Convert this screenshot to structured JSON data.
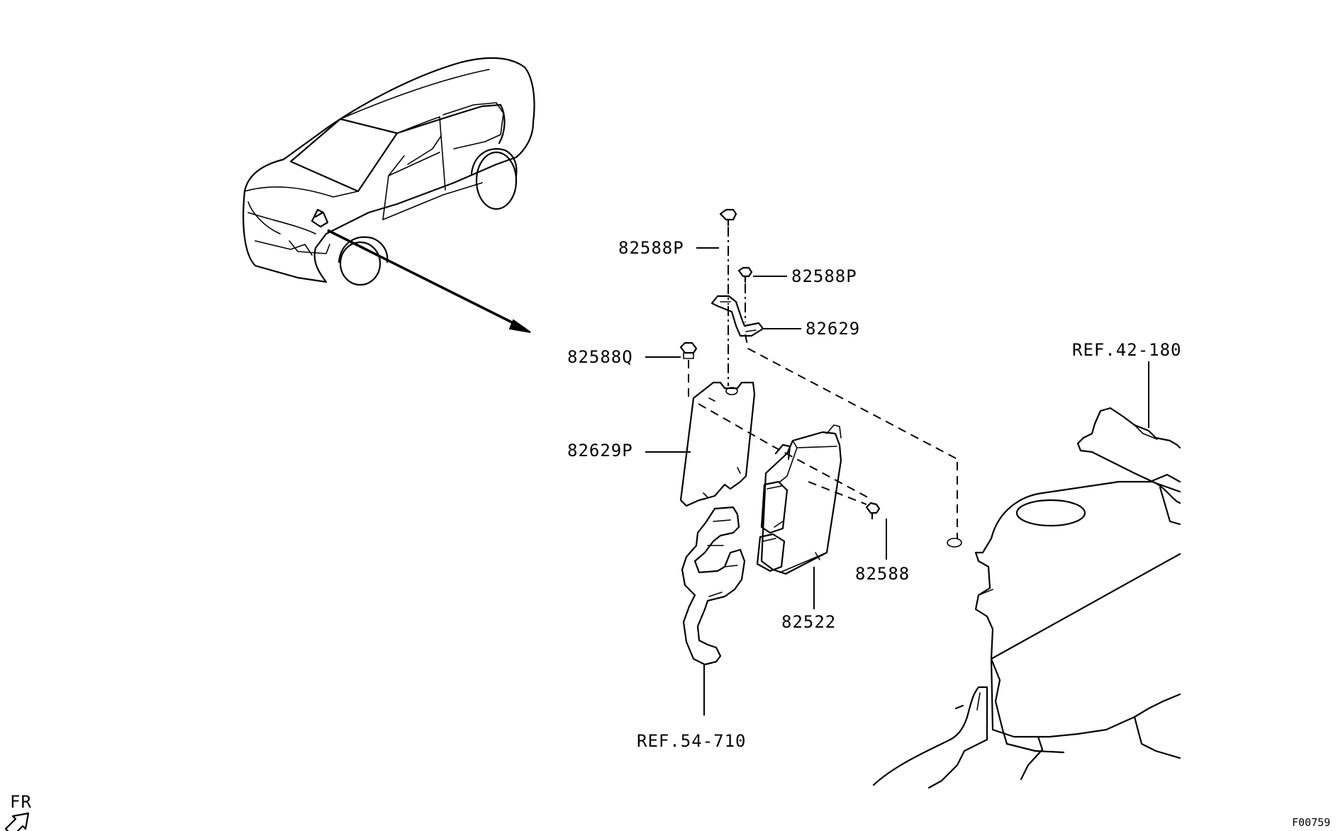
{
  "labels": {
    "bolt_upper_left": "82588P",
    "bolt_upper_right": "82588P",
    "bracket": "82629",
    "bolt_left": "82588Q",
    "bracket_plate": "82629P",
    "bolt_lower": "82588",
    "control_unit": "82522",
    "ref_engine": "REF.42-180",
    "ref_harness": "REF.54-710"
  },
  "orientation": {
    "text": "FR"
  },
  "figure_code": "F00759"
}
